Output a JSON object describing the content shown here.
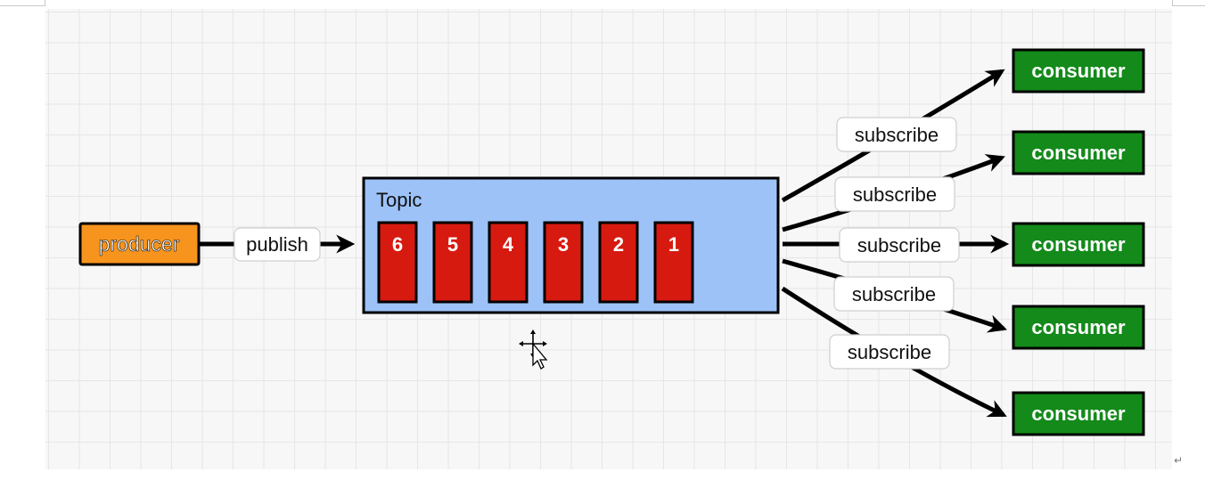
{
  "diagram": {
    "producer": {
      "label": "producer",
      "fill": "#f7941d"
    },
    "publish_label": "publish",
    "topic": {
      "title": "Topic",
      "fill": "#9cc2f8",
      "messages": [
        "6",
        "5",
        "4",
        "3",
        "2",
        "1"
      ],
      "message_fill": "#d71a10"
    },
    "subscribe_label": "subscribe",
    "consumers": [
      {
        "label": "consumer"
      },
      {
        "label": "consumer"
      },
      {
        "label": "consumer"
      },
      {
        "label": "consumer"
      },
      {
        "label": "consumer"
      }
    ],
    "subscriptions": [
      {
        "label": "subscribe"
      },
      {
        "label": "subscribe"
      },
      {
        "label": "subscribe"
      },
      {
        "label": "subscribe"
      },
      {
        "label": "subscribe"
      }
    ],
    "consumer_fill": "#138a1a",
    "arrow_color": "#000000",
    "cursor": "move-cursor-icon"
  }
}
